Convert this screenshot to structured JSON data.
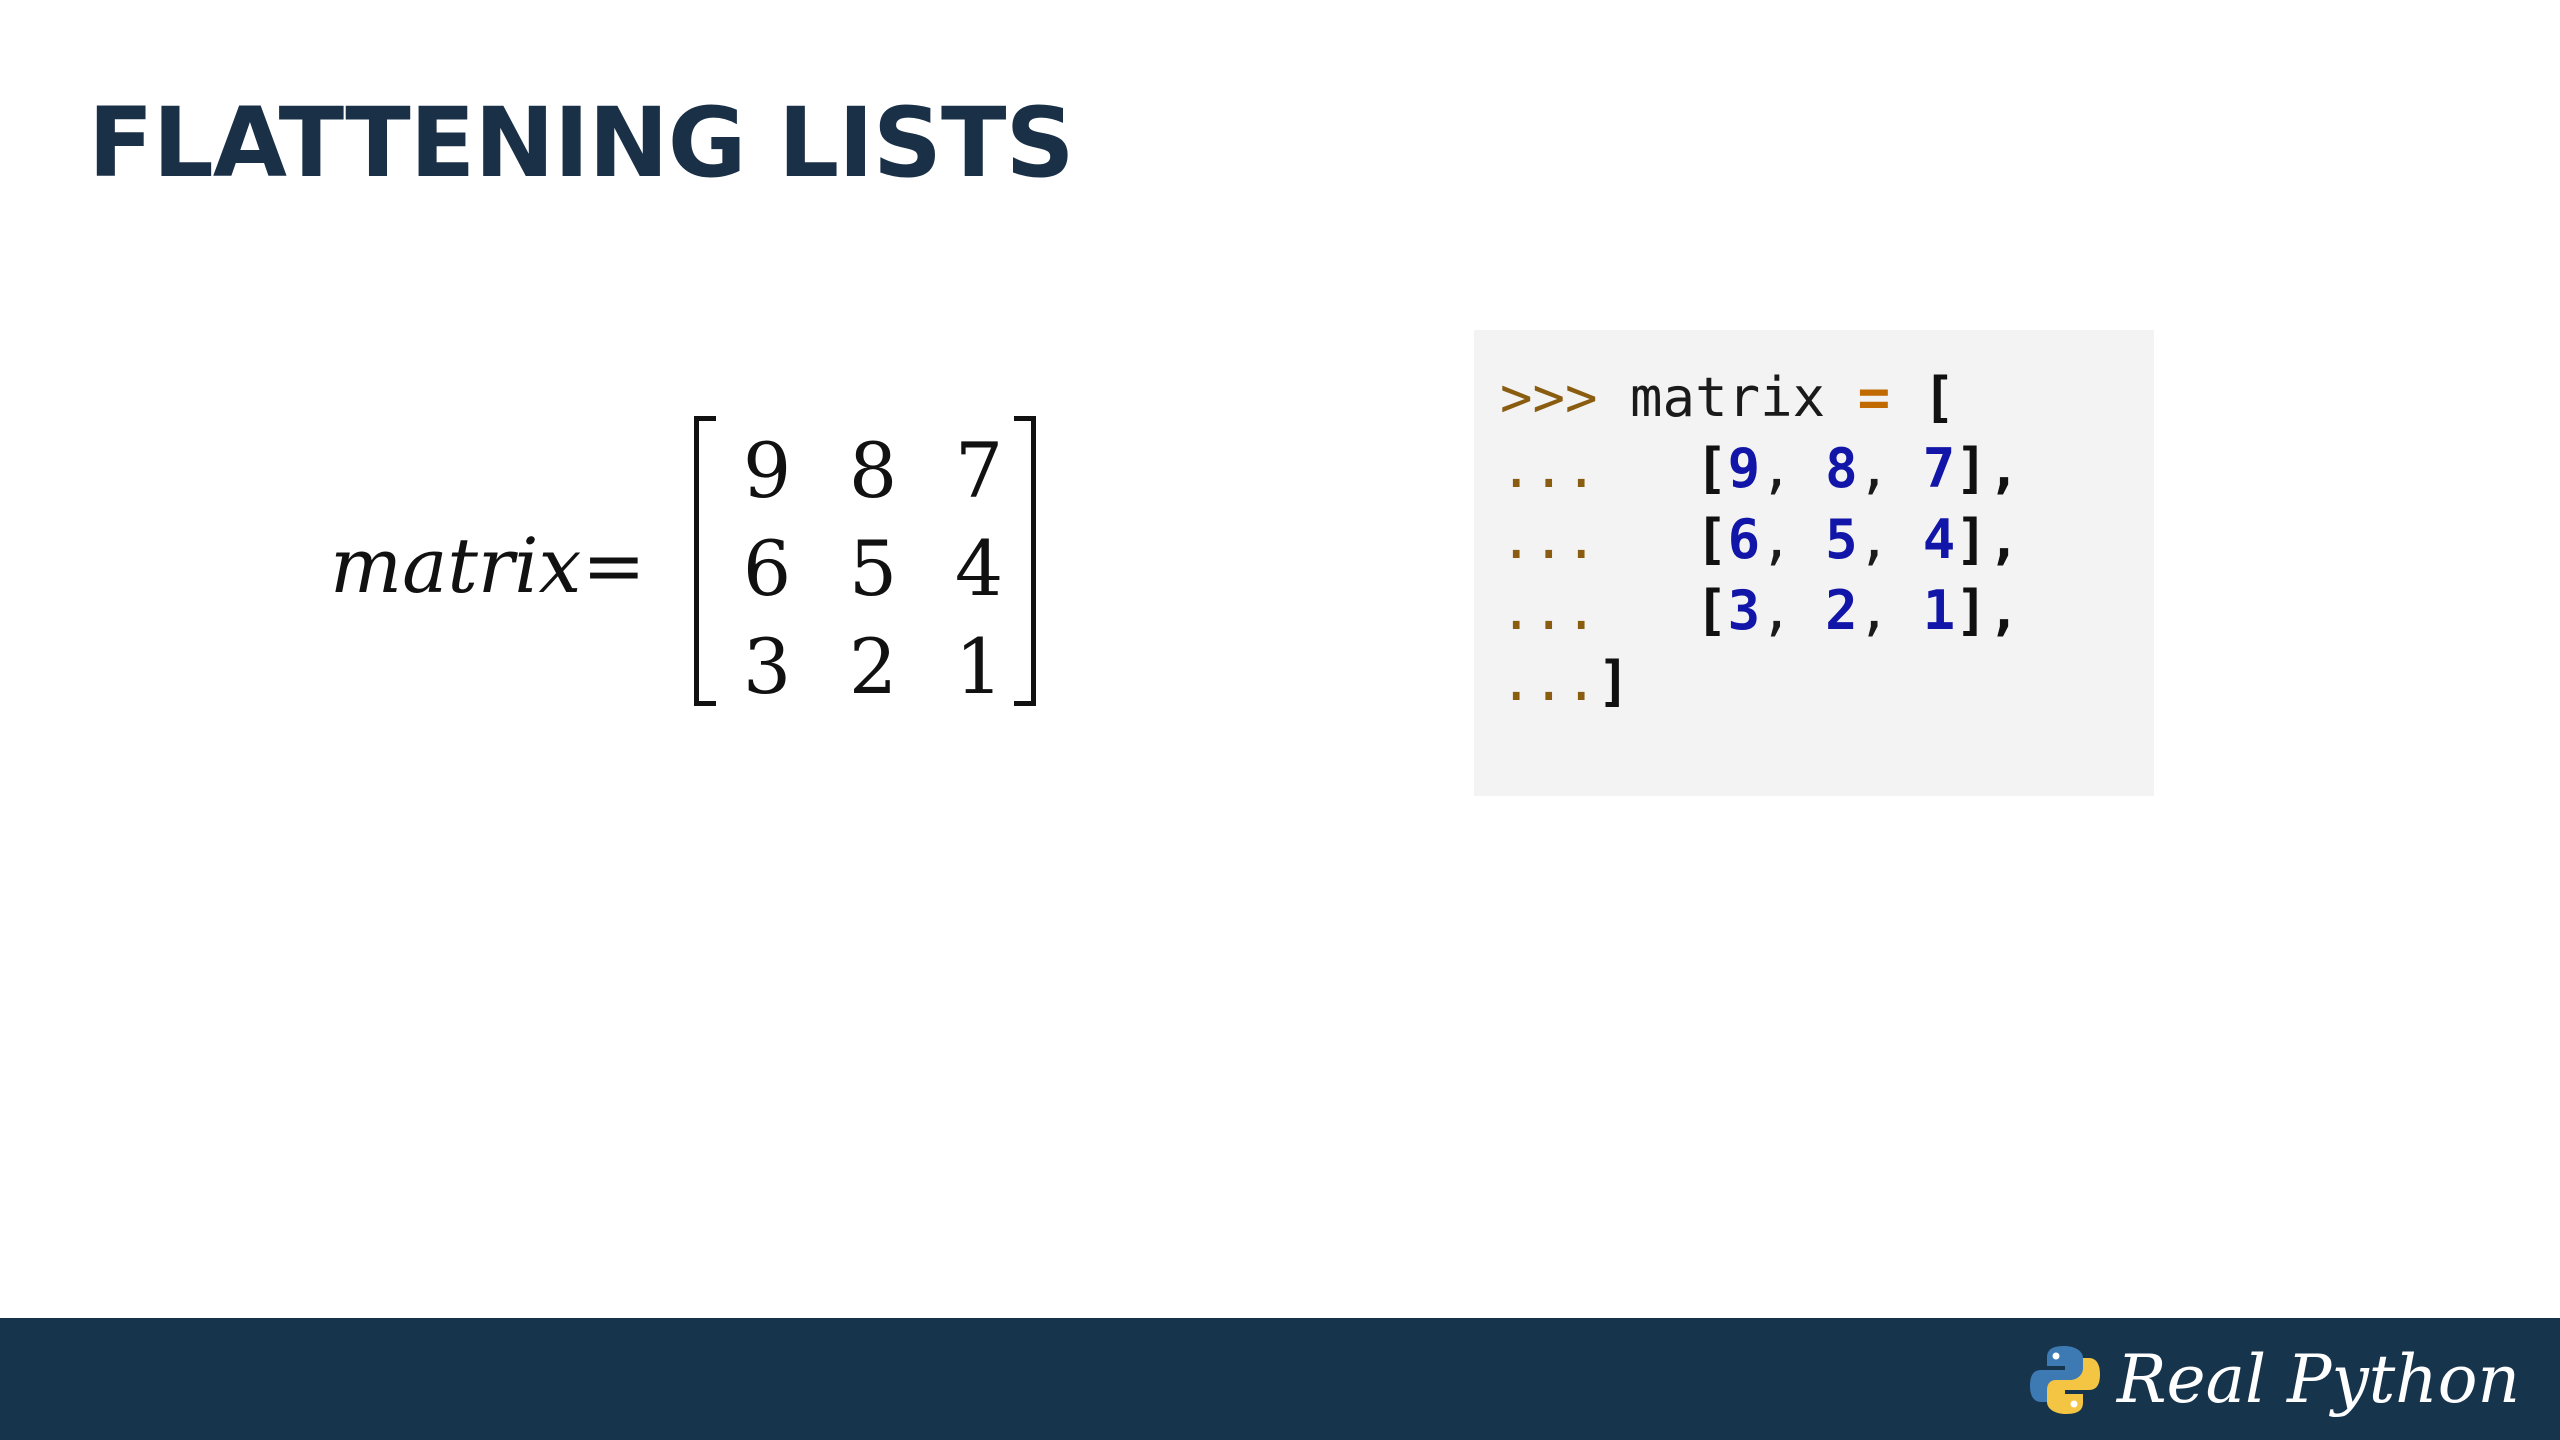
{
  "slide": {
    "title": "FLATTENING LISTS"
  },
  "formula": {
    "lhs": "matrix",
    "equals": "=",
    "rows": [
      [
        "9",
        "8",
        "7"
      ],
      [
        "6",
        "5",
        "4"
      ],
      [
        "3",
        "2",
        "1"
      ]
    ]
  },
  "code": {
    "line1": {
      "prompt": ">>> ",
      "name": "matrix ",
      "op": "=",
      "open": " ["
    },
    "rows": [
      {
        "cont": "...   ",
        "open": "[",
        "a": "9",
        "sep1": ", ",
        "b": "8",
        "sep2": ", ",
        "c": "7",
        "close": "],"
      },
      {
        "cont": "...   ",
        "open": "[",
        "a": "6",
        "sep1": ", ",
        "b": "5",
        "sep2": ", ",
        "c": "4",
        "close": "],"
      },
      {
        "cont": "...   ",
        "open": "[",
        "a": "3",
        "sep1": ", ",
        "b": "2",
        "sep2": ", ",
        "c": "1",
        "close": "],"
      }
    ],
    "last": {
      "cont": "...",
      "close": "]"
    }
  },
  "footer": {
    "brand": "Real Python",
    "colors": {
      "background": "#17344d",
      "logo_blue": "#3d7ab3",
      "logo_yellow": "#f4c542"
    }
  }
}
